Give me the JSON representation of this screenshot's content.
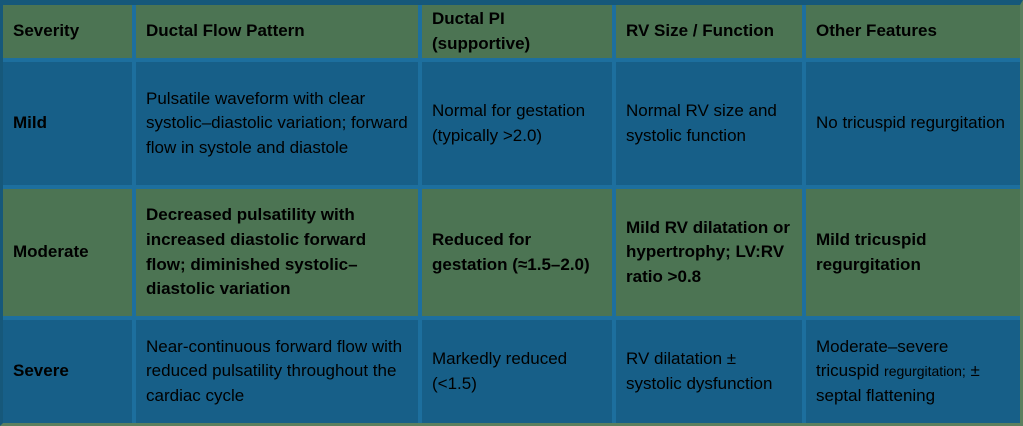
{
  "table": {
    "title_semantic": "ductal-flow-severity-grading-table",
    "headers": [
      "Severity",
      "Ductal Flow Pattern",
      "Ductal PI (supportive)",
      "RV Size / Function",
      "Other Features"
    ],
    "rows": [
      {
        "severity": "Mild",
        "flow": "Pulsatile waveform with clear systolic–diastolic variation; forward flow in systole and diastole",
        "pi": "Normal for gestation (typically >2.0)",
        "rv": "Normal RV size and systolic function",
        "other": "No tricuspid regurgitation"
      },
      {
        "severity": "Moderate",
        "flow": "Decreased pulsatility with increased diastolic forward flow; diminished systolic–diastolic variation",
        "pi": "Reduced for gestation (≈1.5–2.0)",
        "rv": "Mild RV dilatation or hypertrophy; LV:RV ratio >0.8",
        "other": "Mild tricuspid regurgitation"
      },
      {
        "severity": "Severe",
        "flow": "Near-continuous forward flow with reduced pulsatility throughout the cardiac cycle",
        "pi": "Markedly reduced (<1.5)",
        "rv": "RV dilatation ± systolic dysfunction",
        "other_main": "Moderate–severe tricuspid",
        "other_small": "regurgitation;",
        "other_rest": "± septal flattening"
      }
    ],
    "colors": {
      "header_green": "#4c7453",
      "row_blue": "#175f88",
      "border_blue_internal": "#1d6f9e",
      "border_blue_outer": "#16587a",
      "border_green_outer": "#5b7f5e",
      "text": "#000000"
    }
  }
}
